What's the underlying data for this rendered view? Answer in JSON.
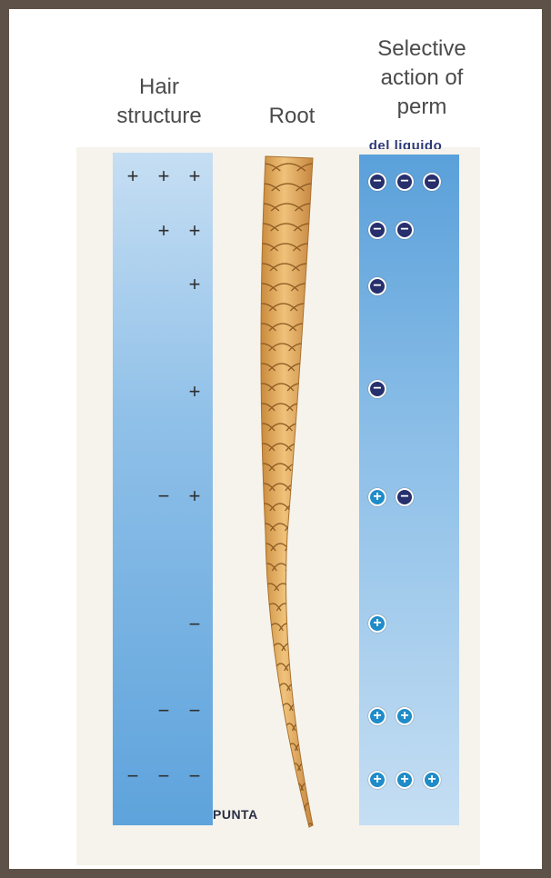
{
  "headers": {
    "hair_structure": [
      "Hair",
      "structure"
    ],
    "root": "Root",
    "selective_action": [
      "Selective",
      "action of",
      "perm"
    ]
  },
  "cut_label": "del liquido",
  "tip_label": "PUNTA",
  "hair_structure_rows": [
    [
      "+",
      "+",
      "+"
    ],
    [
      "",
      "+",
      "+"
    ],
    [
      "",
      "",
      "+"
    ],
    [
      "",
      "",
      "+"
    ],
    [
      "",
      "−",
      "+"
    ],
    [
      "",
      "",
      "−"
    ],
    [
      "",
      "−",
      "−"
    ],
    [
      "−",
      "−",
      "−"
    ]
  ],
  "perm_action_rows": [
    [
      "−",
      "−",
      "−"
    ],
    [
      "−",
      "−"
    ],
    [
      "−"
    ],
    [
      "−"
    ],
    [
      "+",
      "−"
    ],
    [
      "+"
    ],
    [
      "+",
      "+"
    ],
    [
      "+",
      "+",
      "+"
    ]
  ],
  "colors": {
    "frame": "#5e5248",
    "negative_ion": "#27306d",
    "positive_ion": "#1f8cc9",
    "hair": "#e0a65a",
    "scale_lines": "#8b5a22"
  }
}
